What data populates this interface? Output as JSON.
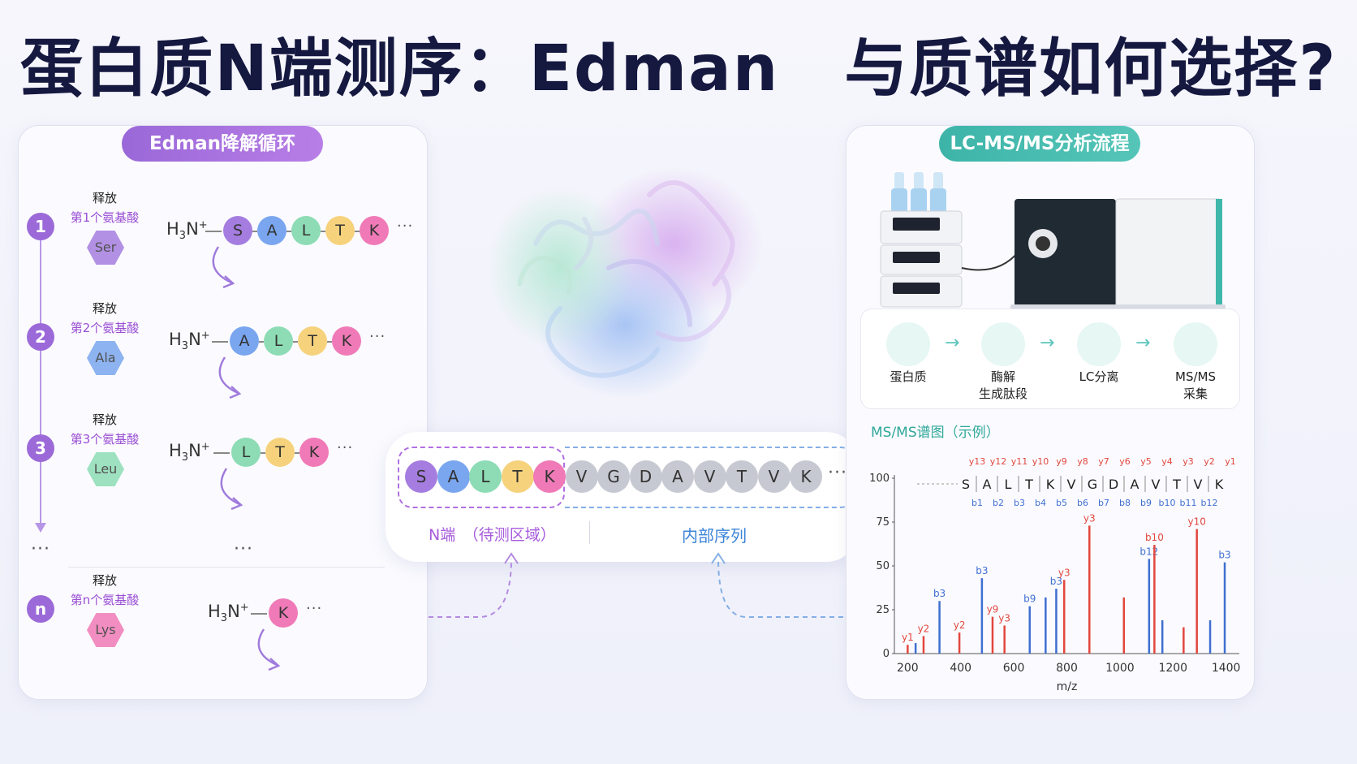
{
  "title": "蛋白质N端测序：Edman　与质谱如何选择?",
  "left": {
    "pill": "Edman降解循环",
    "steps": [
      {
        "num": "1",
        "release": "释放",
        "which": "第1个氨基酸",
        "aa": "Ser",
        "chain": [
          "S",
          "A",
          "L",
          "T",
          "K"
        ]
      },
      {
        "num": "2",
        "release": "释放",
        "which": "第2个氨基酸",
        "aa": "Ala",
        "chain": [
          "A",
          "L",
          "T",
          "K"
        ]
      },
      {
        "num": "3",
        "release": "释放",
        "which": "第3个氨基酸",
        "aa": "Leu",
        "chain": [
          "L",
          "T",
          "K"
        ]
      },
      {
        "num": "n",
        "release": "释放",
        "which": "第n个氨基酸",
        "aa": "Lys",
        "chain": [
          "K"
        ]
      }
    ],
    "h3n_main": "H",
    "h3n_sub": "3",
    "h3n_n": "N",
    "h3n_sup": "+",
    "ellipsis": "···"
  },
  "center": {
    "sequence": [
      "S",
      "A",
      "L",
      "T",
      "K",
      "V",
      "G",
      "D",
      "A",
      "V",
      "T",
      "V",
      "K"
    ],
    "ellipsis": "···",
    "nterm_label": "N端　（待测区域）",
    "internal_label": "内部序列"
  },
  "right": {
    "pill": "LC-MS/MS分析流程",
    "flow": [
      {
        "label": "蛋白质",
        "label2": ""
      },
      {
        "label": "酶解",
        "label2": "生成肽段"
      },
      {
        "label": "LC分离",
        "label2": ""
      },
      {
        "label": "MS/MS",
        "label2": "采集"
      }
    ],
    "spectrum_title": "MS/MS谱图（示例）"
  },
  "colors": {
    "S": "#a57de0",
    "A": "#7aa6ef",
    "L": "#8ddcb5",
    "T": "#f6d27c",
    "K": "#f07ab7",
    "gray": "#c7c9d2",
    "purple_accent": "#9b6ad8",
    "teal": "#3fb7ab",
    "b_ion": "#3f6fd0",
    "y_ion": "#e2473e"
  },
  "chart_data": {
    "type": "bar",
    "title": "MS/MS谱图（示例）",
    "xlabel": "m/z",
    "ylabel": "",
    "xlim": [
      150,
      1450
    ],
    "ylim": [
      0,
      100
    ],
    "x_ticks": [
      "200",
      "400",
      "600",
      "800",
      "1000",
      "1200",
      "1400"
    ],
    "y_ticks": [
      "0",
      "25",
      "50",
      "75",
      "100"
    ],
    "sequence_letters": [
      "S",
      "A",
      "L",
      "T",
      "K",
      "V",
      "G",
      "D",
      "A",
      "V",
      "T",
      "V",
      "K"
    ],
    "y_top_labels": [
      "y13",
      "y12",
      "y11",
      "y10",
      "y9",
      "y8",
      "y7",
      "y6",
      "y5",
      "y4",
      "y3",
      "y2",
      "y1"
    ],
    "b_bottom_labels": [
      "b1",
      "b2",
      "b3",
      "b4",
      "b5",
      "b6",
      "b7",
      "b8",
      "b9",
      "b10",
      "b11",
      "b12"
    ],
    "series": [
      {
        "name": "b",
        "peaks": [
          {
            "x": 230,
            "y": 6,
            "label": ""
          },
          {
            "x": 320,
            "y": 30,
            "label": "b3"
          },
          {
            "x": 480,
            "y": 43,
            "label": "b3"
          },
          {
            "x": 660,
            "y": 27,
            "label": "b9"
          },
          {
            "x": 720,
            "y": 32,
            "label": ""
          },
          {
            "x": 760,
            "y": 37,
            "label": "b3"
          },
          {
            "x": 1110,
            "y": 54,
            "label": "b12"
          },
          {
            "x": 1160,
            "y": 19,
            "label": ""
          },
          {
            "x": 1340,
            "y": 19,
            "label": ""
          },
          {
            "x": 1395,
            "y": 52,
            "label": "b3"
          }
        ]
      },
      {
        "name": "y",
        "peaks": [
          {
            "x": 200,
            "y": 5,
            "label": "y1"
          },
          {
            "x": 260,
            "y": 10,
            "label": "y2"
          },
          {
            "x": 395,
            "y": 12,
            "label": "y2"
          },
          {
            "x": 520,
            "y": 21,
            "label": "y9"
          },
          {
            "x": 565,
            "y": 16,
            "label": "y3"
          },
          {
            "x": 790,
            "y": 42,
            "label": "y3"
          },
          {
            "x": 885,
            "y": 73,
            "label": "y3"
          },
          {
            "x": 1015,
            "y": 32,
            "label": ""
          },
          {
            "x": 1130,
            "y": 62,
            "label": "b10"
          },
          {
            "x": 1290,
            "y": 71,
            "label": "y10"
          },
          {
            "x": 1240,
            "y": 15,
            "label": ""
          }
        ]
      }
    ]
  }
}
